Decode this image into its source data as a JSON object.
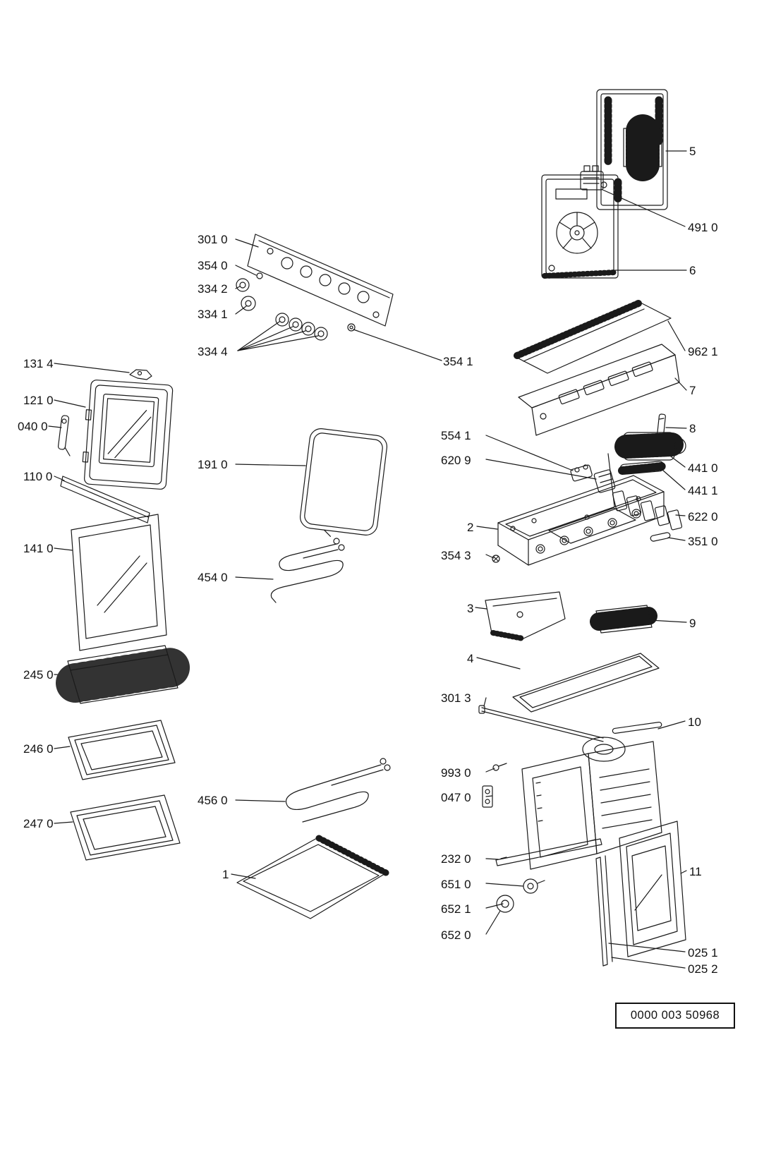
{
  "colors": {
    "background": "#ffffff",
    "ink": "#1a1a1a"
  },
  "diagram": {
    "type": "exploded-parts-diagram",
    "doc_number": "0000 003 50968"
  },
  "labels": [
    {
      "text": "301 0"
    },
    {
      "text": "354 0"
    },
    {
      "text": "334 2"
    },
    {
      "text": "334 1"
    },
    {
      "text": "334 4"
    },
    {
      "text": "354 1"
    },
    {
      "text": "131 4"
    },
    {
      "text": "121 0"
    },
    {
      "text": "040 0"
    },
    {
      "text": "110 0"
    },
    {
      "text": "141 0"
    },
    {
      "text": "245 0"
    },
    {
      "text": "246 0"
    },
    {
      "text": "247 0"
    },
    {
      "text": "191 0"
    },
    {
      "text": "454 0"
    },
    {
      "text": "456 0"
    },
    {
      "text": "1"
    },
    {
      "text": "5"
    },
    {
      "text": "491 0"
    },
    {
      "text": "6"
    },
    {
      "text": "962 1"
    },
    {
      "text": "7"
    },
    {
      "text": "8"
    },
    {
      "text": "554 1"
    },
    {
      "text": "620 9"
    },
    {
      "text": "441 0"
    },
    {
      "text": "441 1"
    },
    {
      "text": "622 0"
    },
    {
      "text": "2"
    },
    {
      "text": "351 0"
    },
    {
      "text": "354 3"
    },
    {
      "text": "3"
    },
    {
      "text": "9"
    },
    {
      "text": "4"
    },
    {
      "text": "301 3"
    },
    {
      "text": "10"
    },
    {
      "text": "993 0"
    },
    {
      "text": "047 0"
    },
    {
      "text": "232 0"
    },
    {
      "text": "651 0"
    },
    {
      "text": "11"
    },
    {
      "text": "652 1"
    },
    {
      "text": "652 0"
    },
    {
      "text": "025 1"
    },
    {
      "text": "025 2"
    }
  ]
}
